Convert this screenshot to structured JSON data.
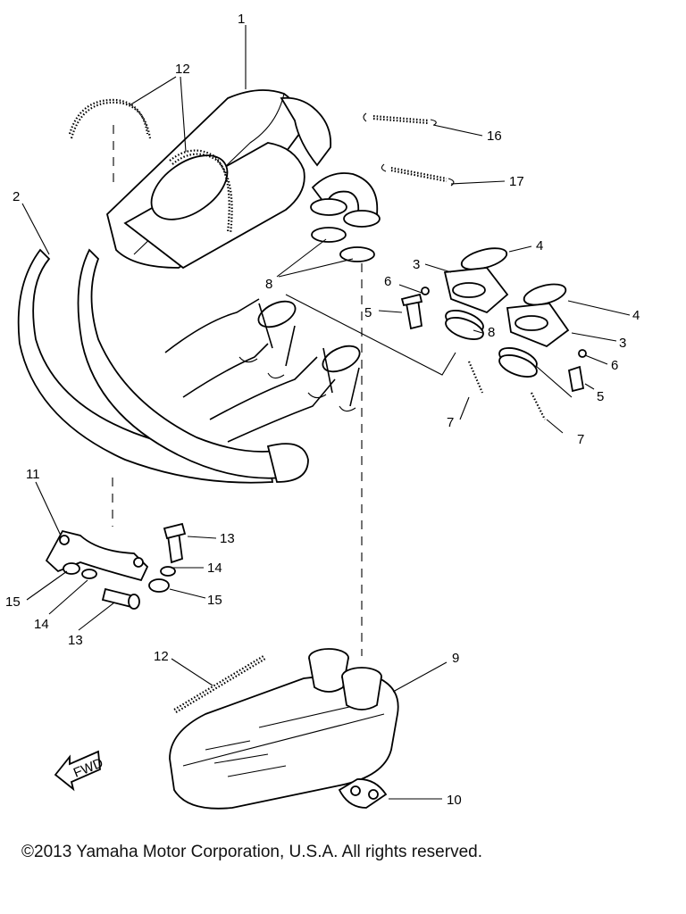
{
  "callouts": [
    "1",
    "2",
    "3",
    "3",
    "4",
    "4",
    "5",
    "5",
    "6",
    "6",
    "7",
    "7",
    "8",
    "8",
    "9",
    "10",
    "11",
    "12",
    "12",
    "13",
    "13",
    "14",
    "14",
    "15",
    "15",
    "16",
    "17"
  ],
  "fwd_label": "FWD",
  "copyright": "©2013 Yamaha Motor Corporation, U.S.A. All rights reserved."
}
